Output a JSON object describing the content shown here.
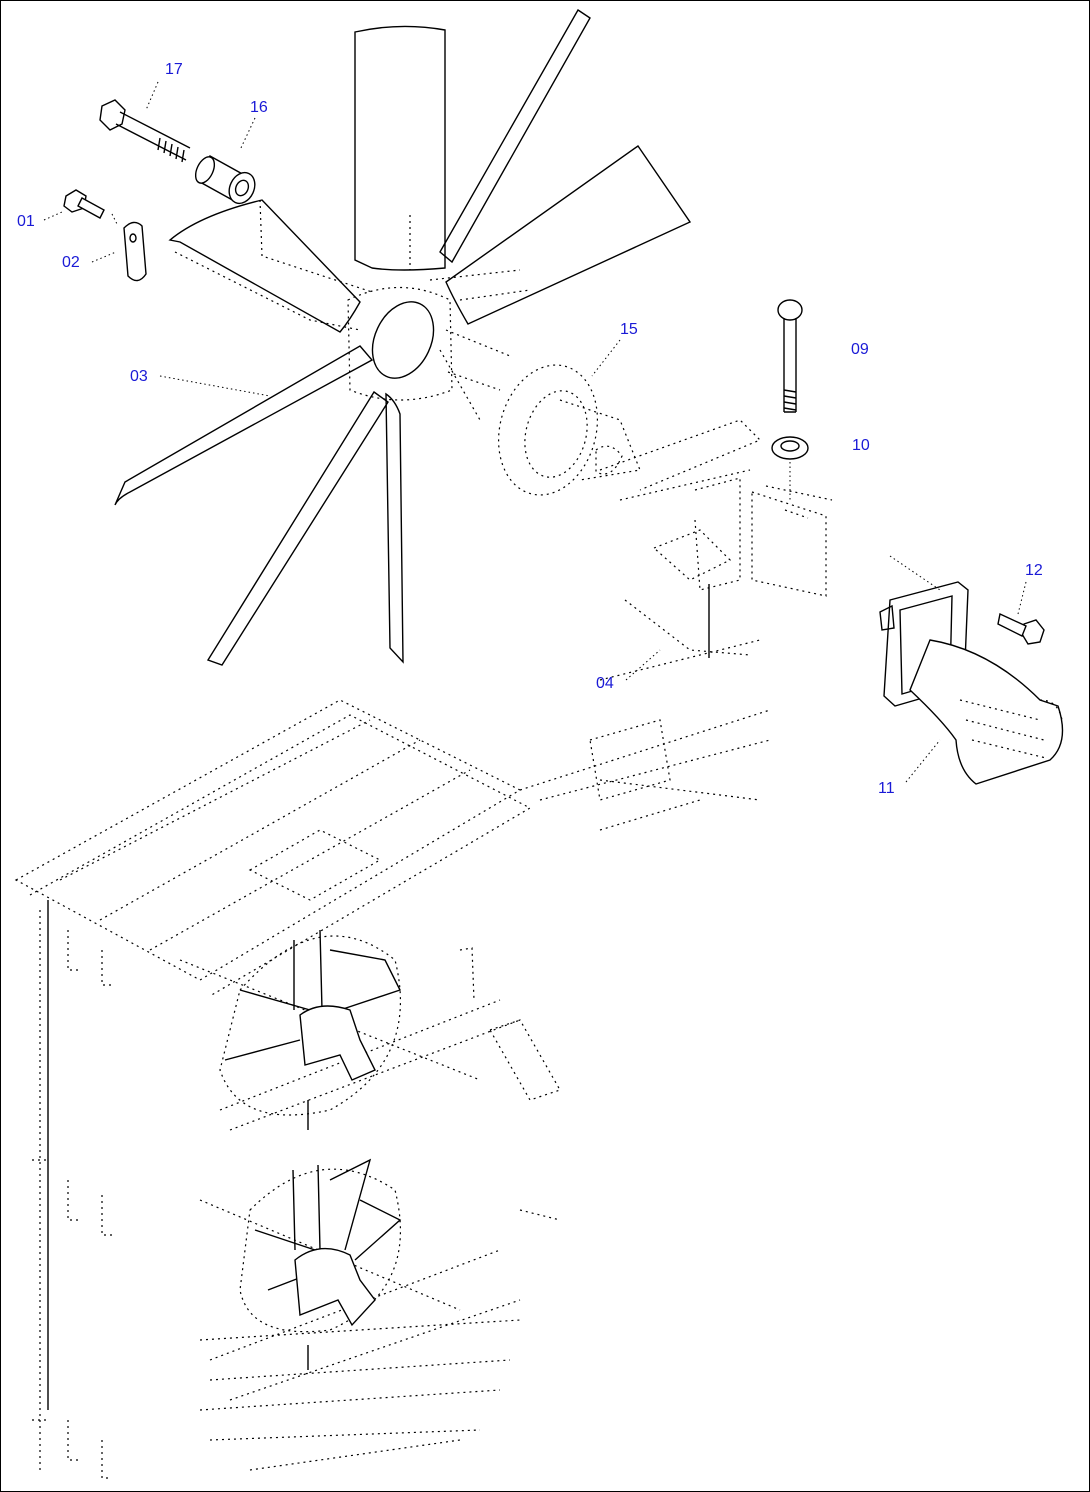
{
  "callouts": [
    {
      "id": "01",
      "label": "01"
    },
    {
      "id": "02",
      "label": "02"
    },
    {
      "id": "03",
      "label": "03"
    },
    {
      "id": "04",
      "label": "04"
    },
    {
      "id": "09",
      "label": "09"
    },
    {
      "id": "10",
      "label": "10"
    },
    {
      "id": "11",
      "label": "11"
    },
    {
      "id": "12",
      "label": "12"
    },
    {
      "id": "15",
      "label": "15"
    },
    {
      "id": "16",
      "label": "16"
    },
    {
      "id": "17",
      "label": "17"
    }
  ],
  "colors": {
    "callout": "#1a1ad6",
    "line": "#000000",
    "background": "#ffffff"
  }
}
